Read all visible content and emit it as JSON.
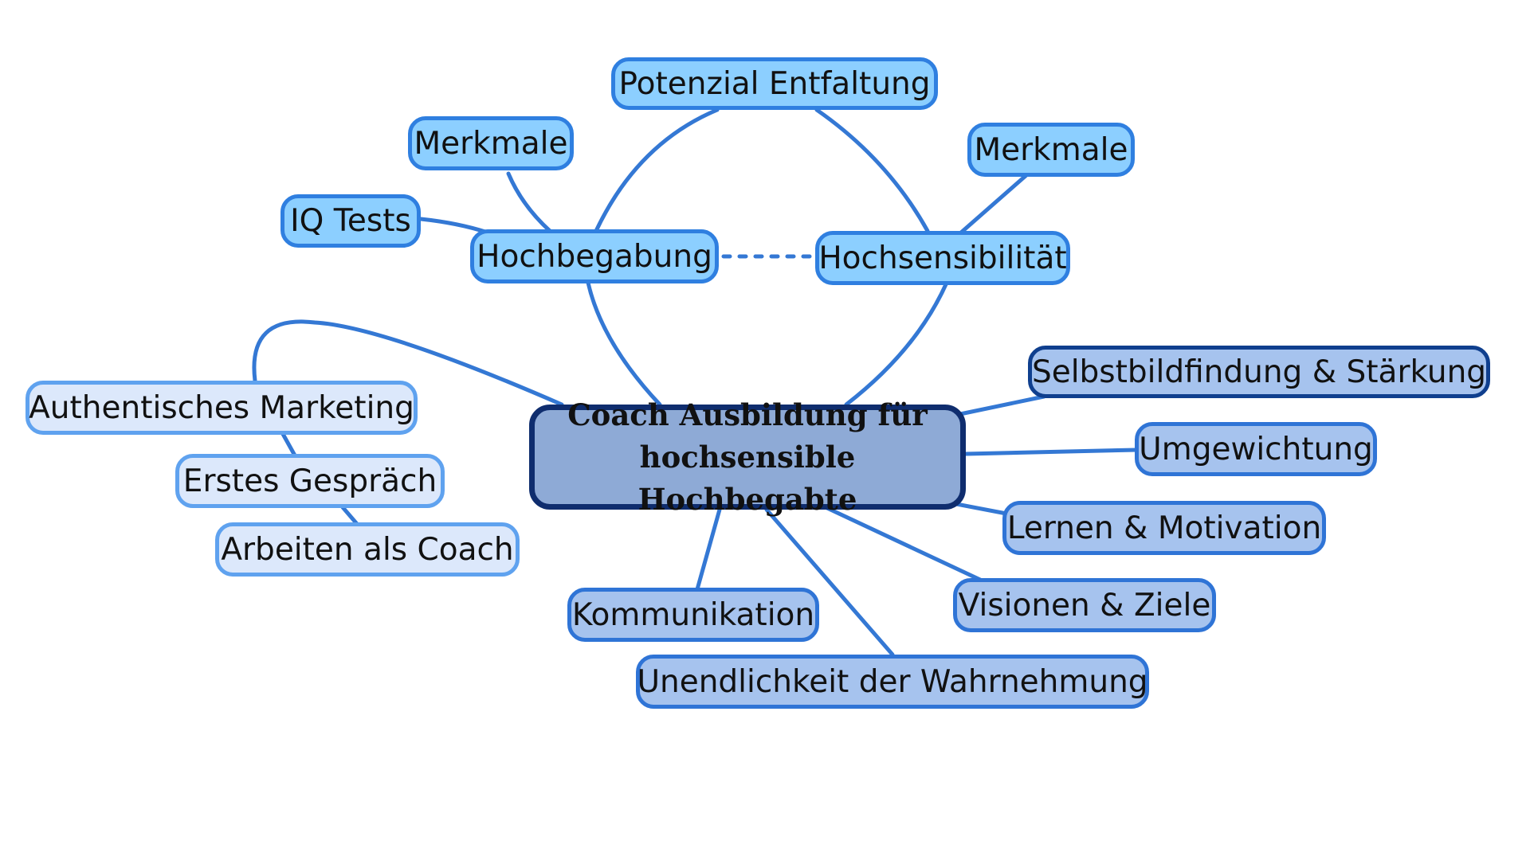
{
  "diagram": {
    "central": {
      "line1": "Coach Ausbildung für",
      "line2": "hochsensible Hochbegabte"
    },
    "nodes": {
      "potenzial": "Potenzial Entfaltung",
      "merkmale_left": "Merkmale",
      "merkmale_right": "Merkmale",
      "iq_tests": "IQ Tests",
      "hochbegabung": "Hochbegabung",
      "hochsensibilitaet": "Hochsensibilität",
      "selbstbild": "Selbstbildfindung & Stärkung",
      "umgewichtung": "Umgewichtung",
      "lernen": "Lernen & Motivation",
      "visionen": "Visionen & Ziele",
      "kommunikation": "Kommunikation",
      "unendlichkeit": "Unendlichkeit der Wahrnehmung",
      "marketing": "Authentisches Marketing",
      "gespraech": "Erstes Gespräch",
      "coach": "Arbeiten als Coach"
    }
  },
  "colors": {
    "connector": "#3478d4",
    "central_fill": "#8eaad6",
    "central_border": "#0f2d6e"
  }
}
